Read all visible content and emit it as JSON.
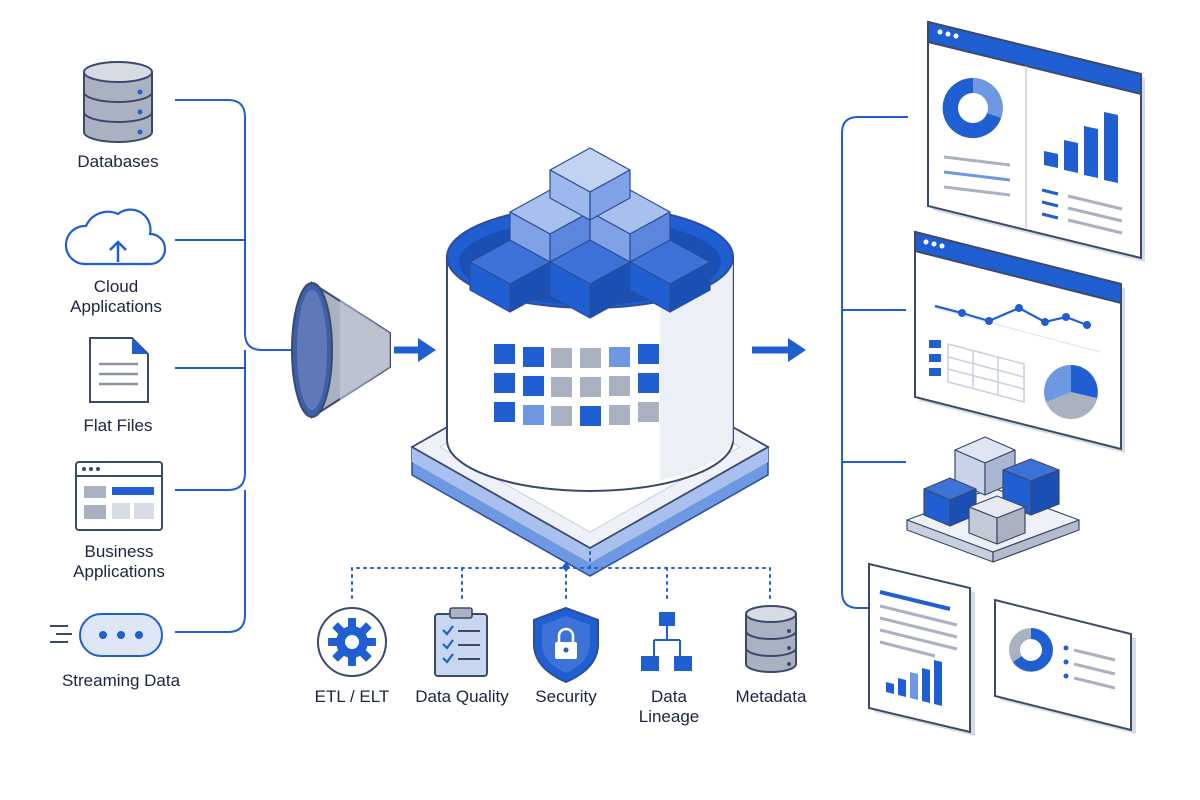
{
  "colors": {
    "primary": "#1f5fd1",
    "light": "#6f98e3",
    "pale": "#c9d6ef",
    "gray": "#aab1c0",
    "outline": "#3b4a6b",
    "text": "#1b2540"
  },
  "sources": [
    {
      "icon": "database-icon",
      "label": "Databases"
    },
    {
      "icon": "cloud-upload-icon",
      "label": "Cloud",
      "label2": "Applications"
    },
    {
      "icon": "file-icon",
      "label": "Flat Files"
    },
    {
      "icon": "app-window-icon",
      "label": "Business",
      "label2": "Applications"
    },
    {
      "icon": "stream-icon",
      "label": "Streaming Data"
    }
  ],
  "capabilities": [
    {
      "icon": "gear-icon",
      "label": "ETL / ELT"
    },
    {
      "icon": "clipboard-check-icon",
      "label": "Data Quality"
    },
    {
      "icon": "shield-lock-icon",
      "label": "Security"
    },
    {
      "icon": "hierarchy-icon",
      "label": "Data",
      "label2": "Lineage"
    },
    {
      "icon": "database-icon",
      "label": "Metadata"
    }
  ],
  "outputs": [
    {
      "icon": "dashboard-donut-bar-icon"
    },
    {
      "icon": "dashboard-line-pie-icon"
    },
    {
      "icon": "data-cubes-icon"
    },
    {
      "icon": "reports-icon"
    }
  ]
}
